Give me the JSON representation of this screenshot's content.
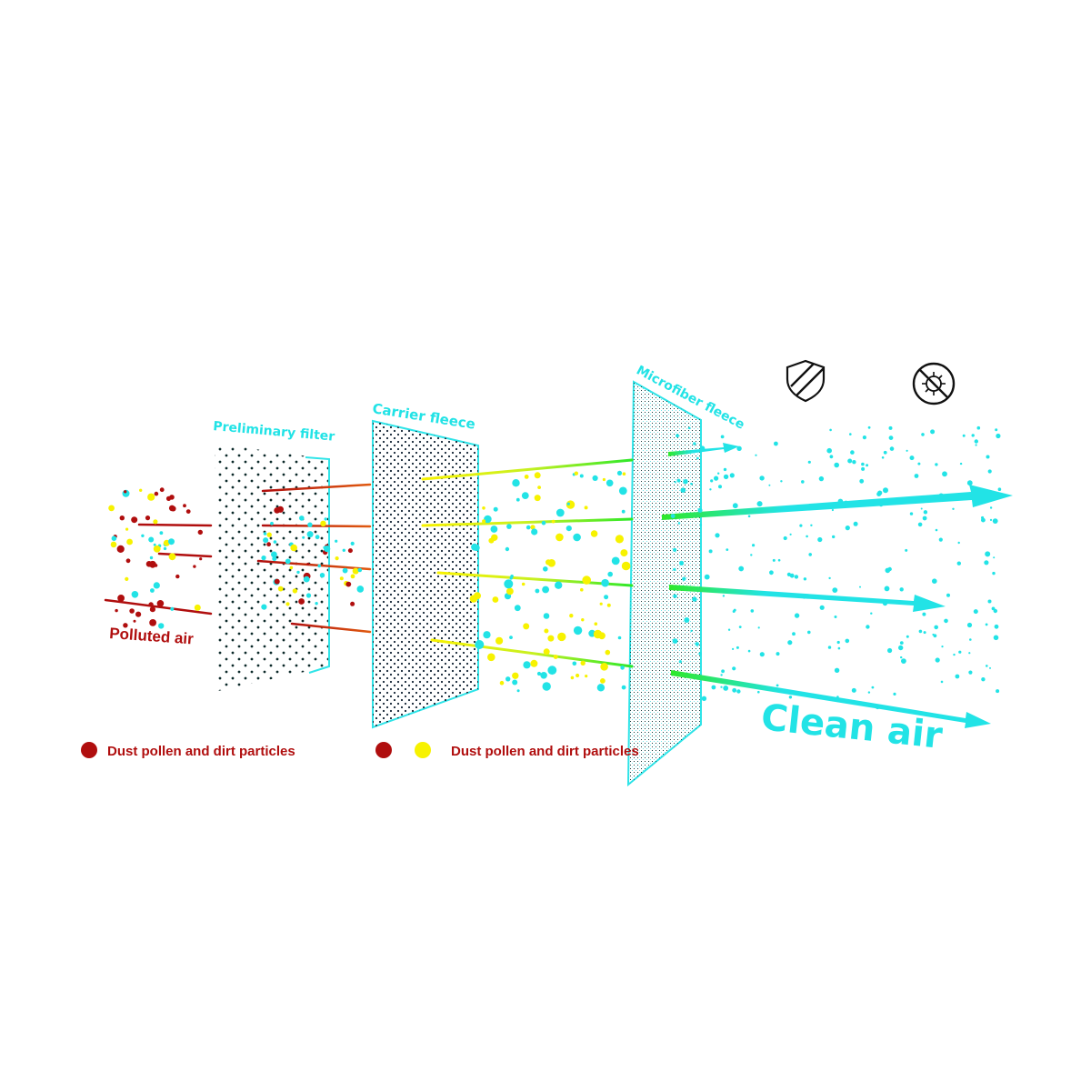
{
  "labels": {
    "polluted_air": "Polluted air",
    "preliminary_filter": "Preliminary filter",
    "carrier_fleece": "Carrier fleece",
    "microfiber_fleece": "Microfiber fleece",
    "clean_air": "Clean air"
  },
  "legend": {
    "left_text": "Dust pollen and dirt particles",
    "right_text": "Dust pollen and dirt particles"
  },
  "icons": [
    "shield-icon",
    "no-bacteria-icon"
  ],
  "colors": {
    "cyan": "#22e3e6",
    "dark_red": "#b00e0e",
    "yellow": "#f7f200",
    "green": "#2ee82a",
    "orange": "#f0a030"
  }
}
